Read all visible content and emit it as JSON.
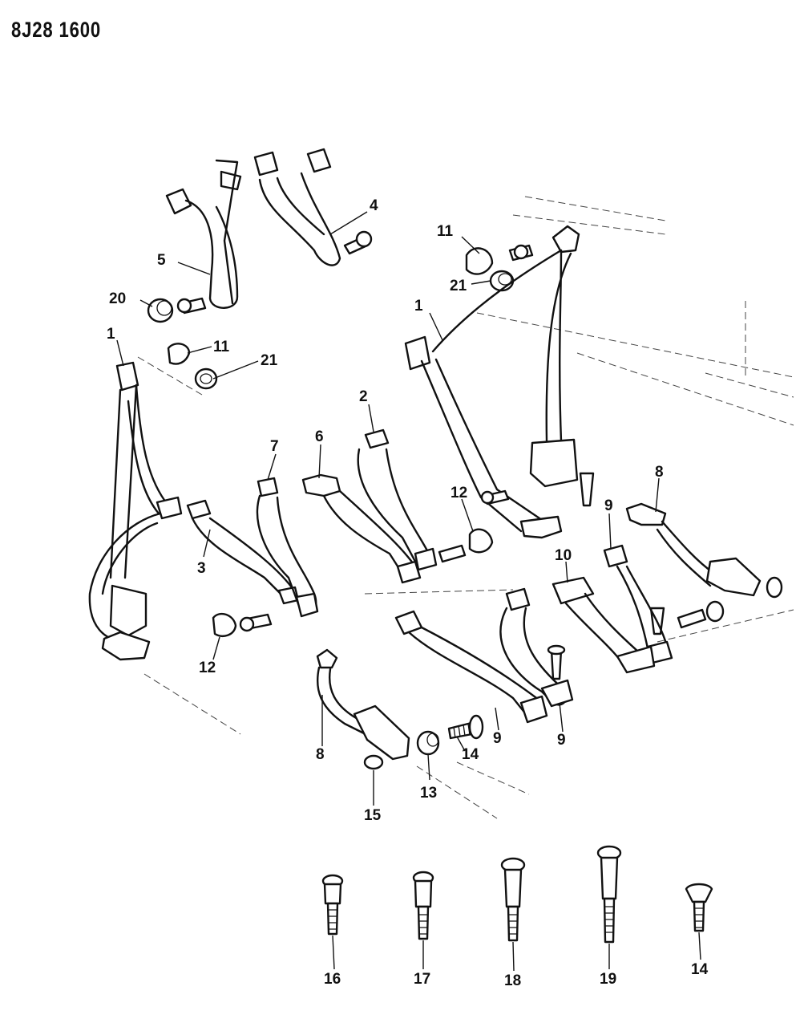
{
  "drawing_id": "8J28 1600",
  "callouts": [
    {
      "label": "1"
    },
    {
      "label": "1"
    },
    {
      "label": "2"
    },
    {
      "label": "3"
    },
    {
      "label": "4"
    },
    {
      "label": "5"
    },
    {
      "label": "6"
    },
    {
      "label": "7"
    },
    {
      "label": "8"
    },
    {
      "label": "8"
    },
    {
      "label": "9"
    },
    {
      "label": "9"
    },
    {
      "label": "9"
    },
    {
      "label": "10"
    },
    {
      "label": "11"
    },
    {
      "label": "11"
    },
    {
      "label": "12"
    },
    {
      "label": "12"
    },
    {
      "label": "13"
    },
    {
      "label": "14"
    },
    {
      "label": "14"
    },
    {
      "label": "15"
    },
    {
      "label": "16"
    },
    {
      "label": "17"
    },
    {
      "label": "18"
    },
    {
      "label": "19"
    },
    {
      "label": "20"
    },
    {
      "label": "21"
    },
    {
      "label": "21"
    }
  ]
}
